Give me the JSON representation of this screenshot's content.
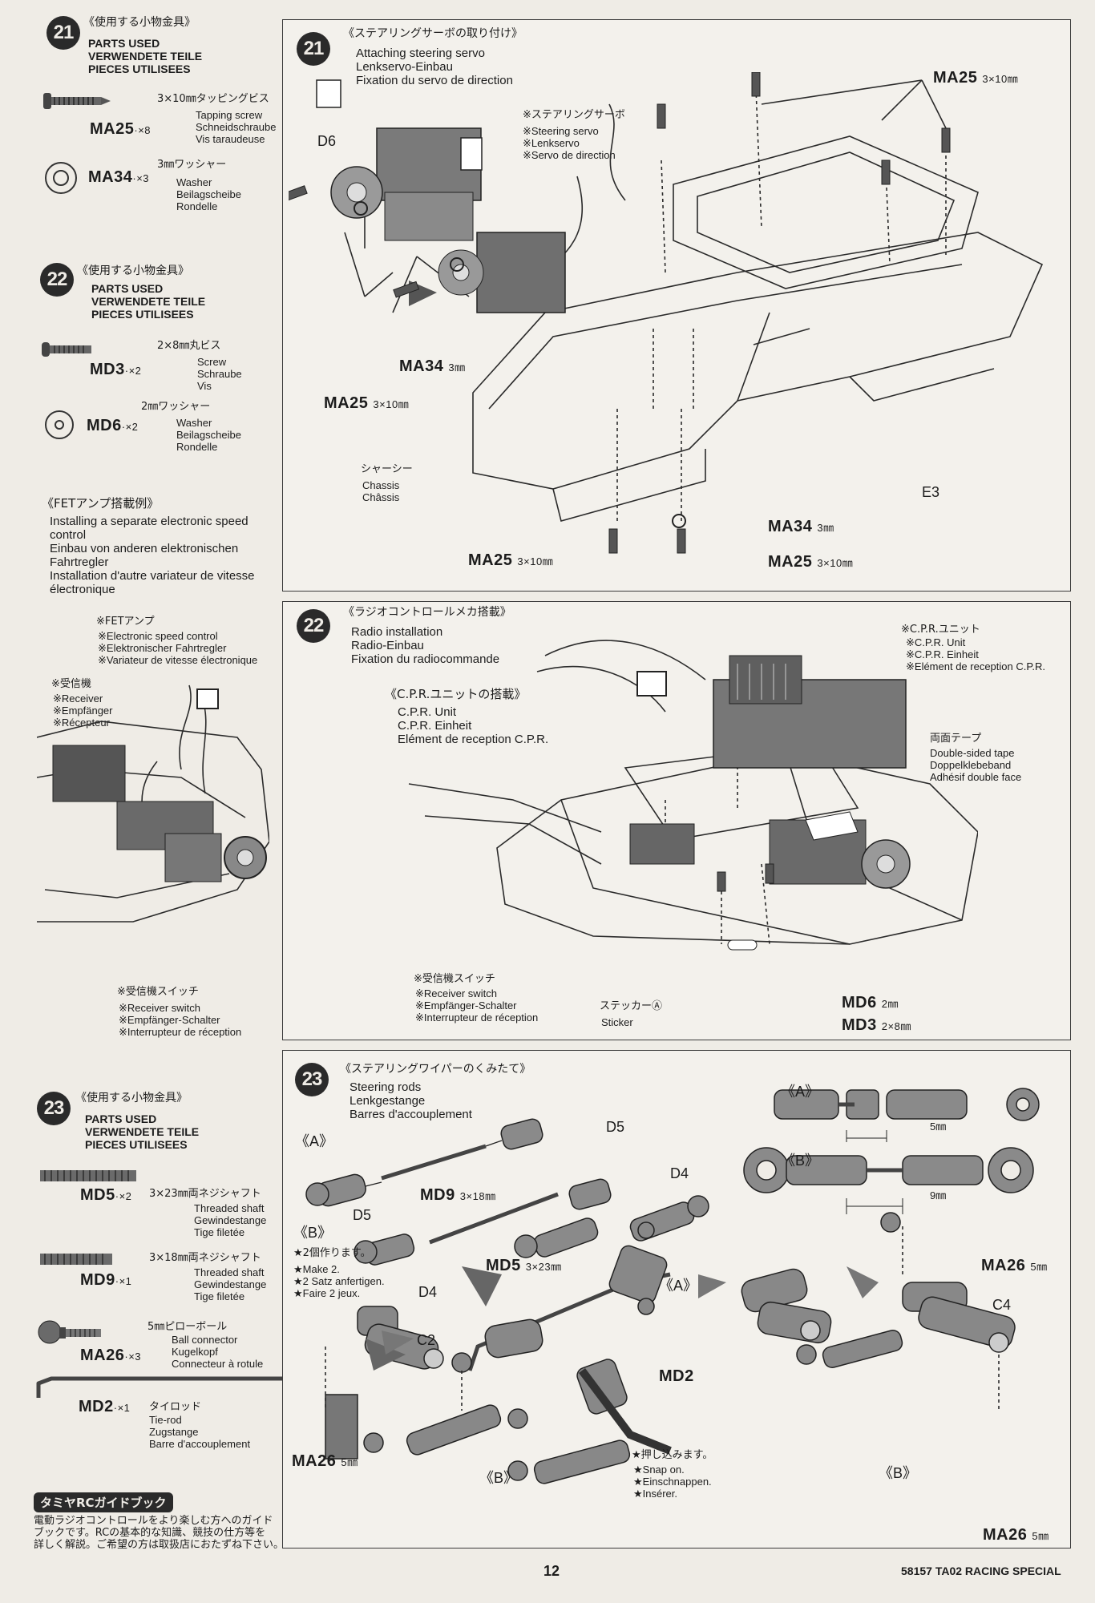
{
  "page": {
    "number": "12",
    "footer": "58157 TA02 RACING SPECIAL"
  },
  "left21": {
    "step": "21",
    "jp": "《使用する小物金具》",
    "parts_used": [
      "PARTS USED",
      "VERWENDETE TEILE",
      "PIECES UTILISEES"
    ],
    "items": [
      {
        "code": "MA25",
        "qty": "·×8",
        "jp": "3×10㎜タッピングビス",
        "names": [
          "Tapping screw",
          "Schneidschraube",
          "Vis taraudeuse"
        ]
      },
      {
        "code": "MA34",
        "qty": "·×3",
        "jp": "3㎜ワッシャー",
        "names": [
          "Washer",
          "Beilagscheibe",
          "Rondelle"
        ]
      }
    ]
  },
  "left22": {
    "step": "22",
    "jp": "《使用する小物金具》",
    "parts_used": [
      "PARTS USED",
      "VERWENDETE TEILE",
      "PIECES UTILISEES"
    ],
    "items": [
      {
        "code": "MD3",
        "qty": "·×2",
        "jp": "2×8㎜丸ビス",
        "names": [
          "Screw",
          "Schraube",
          "Vis"
        ]
      },
      {
        "code": "MD6",
        "qty": "·×2",
        "jp": "2㎜ワッシャー",
        "names": [
          "Washer",
          "Beilagscheibe",
          "Rondelle"
        ]
      }
    ]
  },
  "fet": {
    "jp": "《FETアンプ搭載例》",
    "lines": [
      "Installing a separate electronic speed",
      "control",
      "Einbau von anderen elektronischen",
      "Fahrtregler",
      "Installation d'autre variateur de vitesse",
      "électronique"
    ],
    "amp": {
      "jp": "※FETアンプ",
      "lines": [
        "※Electronic speed control",
        "※Elektronischer Fahrtregler",
        "※Variateur de vitesse électronique"
      ]
    },
    "receiver": {
      "jp": "※受信機",
      "lines": [
        "※Receiver",
        "※Empfänger",
        "※Récepteur"
      ]
    },
    "switch": {
      "jp": "※受信機スイッチ",
      "lines": [
        "※Receiver switch",
        "※Empfänger-Schalter",
        "※Interrupteur de réception"
      ]
    }
  },
  "left23": {
    "step": "23",
    "jp": "《使用する小物金具》",
    "parts_used": [
      "PARTS USED",
      "VERWENDETE TEILE",
      "PIECES UTILISEES"
    ],
    "items": [
      {
        "code": "MD5",
        "qty": "·×2",
        "jp": "3×23㎜両ネジシャフト",
        "names": [
          "Threaded shaft",
          "Gewindestange",
          "Tige filetée"
        ]
      },
      {
        "code": "MD9",
        "qty": "·×1",
        "jp": "3×18㎜両ネジシャフト",
        "names": [
          "Threaded shaft",
          "Gewindestange",
          "Tige filetée"
        ]
      },
      {
        "code": "MA26",
        "qty": "·×3",
        "jp": "5㎜ピローボール",
        "names": [
          "Ball connector",
          "Kugelkopf",
          "Connecteur à rotule"
        ]
      },
      {
        "code": "MD2",
        "qty": "·×1",
        "jp": "タイロッド",
        "names": [
          "Tie-rod",
          "Zugstange",
          "Barre d'accouplement"
        ]
      }
    ],
    "guide_title": "タミヤRCガイドブック",
    "guide_text": [
      "電動ラジオコントロールをより楽しむ方へのガイド",
      "ブックです。RCの基本的な知識、競技の仕方等を",
      "詳しく解説。ご希望の方は取扱店におたずね下さい。"
    ]
  },
  "step21": {
    "num": "21",
    "jp": "《ステアリングサーボの取り付け》",
    "titles": [
      "Attaching steering servo",
      "Lenkservo-Einbau",
      "Fixation du servo de direction"
    ],
    "servo": {
      "jp": "※ステアリングサーボ",
      "lines": [
        "※Steering servo",
        "※Lenkservo",
        "※Servo de direction"
      ]
    },
    "chassis": {
      "jp": "シャーシー",
      "lines": [
        "Chassis",
        "Châssis"
      ]
    },
    "labels": {
      "d6": "D6",
      "e3": "E3",
      "ma25_a": "MA25",
      "ma25_a_size": "3×10㎜",
      "ma34_a": "MA34",
      "ma34_a_size": "3㎜",
      "ma25_b": "MA25",
      "ma25_b_size": "3×10㎜",
      "ma34_b": "MA34",
      "ma34_b_size": "3㎜",
      "ma25_c": "MA25",
      "ma25_c_size": "3×10㎜",
      "ma25_d": "MA25",
      "ma25_d_size": "3×10㎜"
    }
  },
  "step22": {
    "num": "22",
    "jp": "《ラジオコントロールメカ搭載》",
    "titles": [
      "Radio installation",
      "Radio-Einbau",
      "Fixation du radiocommande"
    ],
    "cpr": {
      "jp": "《C.P.R.ユニットの搭載》",
      "lines": [
        "C.P.R. Unit",
        "C.P.R. Einheit",
        "Elément de reception C.P.R."
      ]
    },
    "cpr_note": {
      "jp": "※C.P.R.ユニット",
      "lines": [
        "※C.P.R. Unit",
        "※C.P.R. Einheit",
        "※Elément de reception C.P.R."
      ]
    },
    "tape": {
      "jp": "両面テープ",
      "lines": [
        "Double-sided tape",
        "Doppelklebeband",
        "Adhésif double face"
      ]
    },
    "switch": {
      "jp": "※受信機スイッチ",
      "lines": [
        "※Receiver switch",
        "※Empfänger-Schalter",
        "※Interrupteur de réception"
      ]
    },
    "sticker": {
      "jp": "ステッカーⒶ",
      "en": "Sticker"
    },
    "md6": "MD6",
    "md6_size": "2㎜",
    "md3": "MD3",
    "md3_size": "2×8㎜"
  },
  "step23": {
    "num": "23",
    "jp": "《ステアリングワイパーのくみたて》",
    "titles": [
      "Steering rods",
      "Lenkgestange",
      "Barres d'accouplement"
    ],
    "labels": {
      "a": "《A》",
      "b": "《B》",
      "a2": "《A》",
      "b2": "《B》",
      "b3": "《B》",
      "a_r": "《A》",
      "b_r": "《B》",
      "d5_top": "D5",
      "d5_bottom": "D5",
      "d4_top": "D4",
      "d4_bottom": "D4",
      "md9": "MD9",
      "md9_size": "3×18㎜",
      "md5": "MD5",
      "md5_size": "3×23㎜",
      "md2": "MD2",
      "c2": "C2",
      "c4": "C4",
      "ma26_left": "MA26",
      "ma26_left_size": "5㎜",
      "ma26_right_top": "MA26",
      "ma26_right_top_size": "5㎜",
      "ma26_right_bottom": "MA26",
      "ma26_right_bottom_size": "5㎜",
      "dim5": "5㎜",
      "dim9": "9㎜"
    },
    "make2": {
      "jp": "★2個作ります。",
      "lines": [
        "★Make 2.",
        "★2 Satz anfertigen.",
        "★Faire 2 jeux."
      ]
    },
    "snap": {
      "jp": "★押し込みます。",
      "lines": [
        "★Snap on.",
        "★Einschnappen.",
        "★Insérer."
      ]
    }
  }
}
